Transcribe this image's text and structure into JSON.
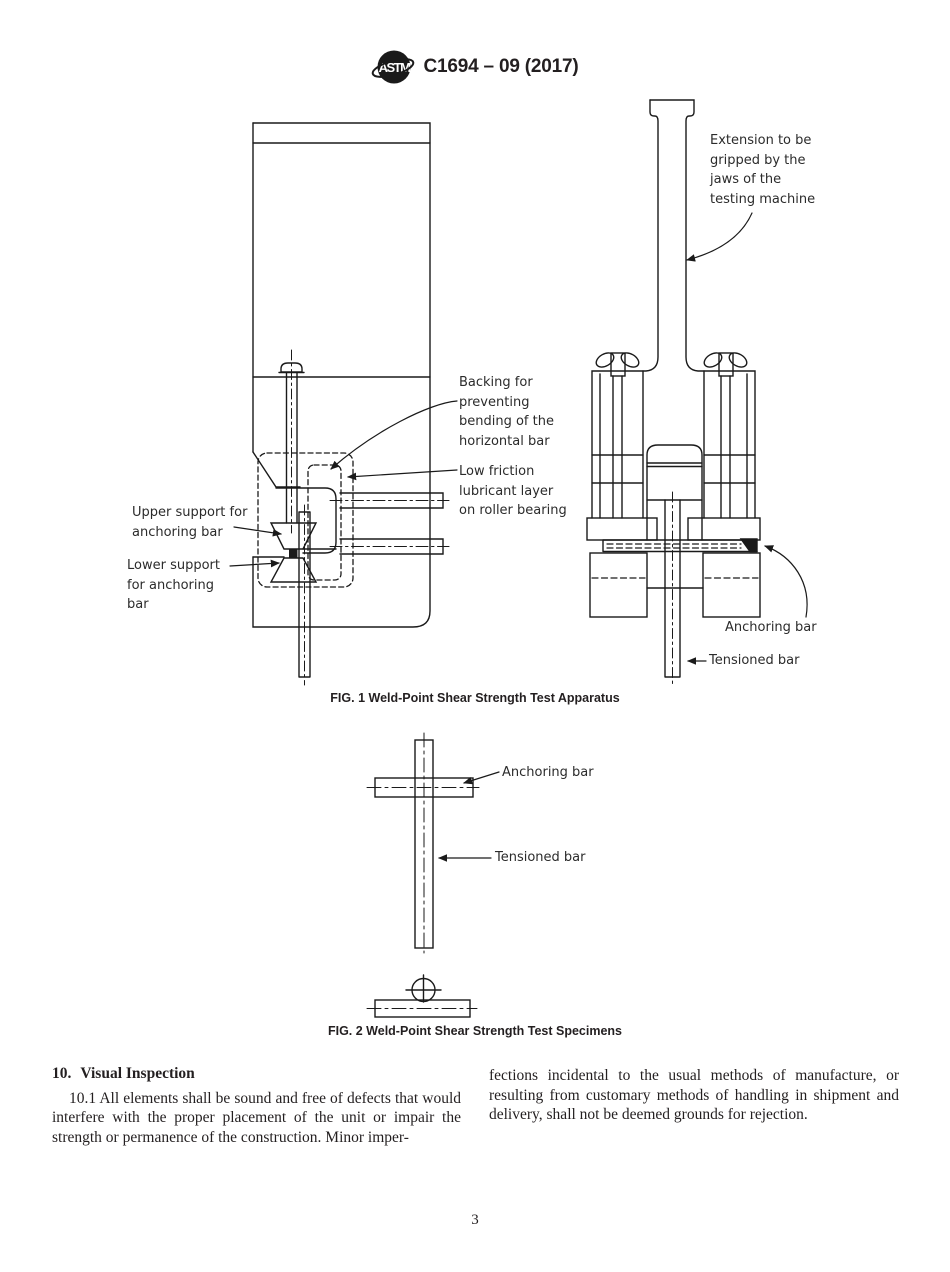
{
  "colors": {
    "ink": "#1a1a1a",
    "paper": "#ffffff"
  },
  "header": {
    "logo_text": "ASTM",
    "standard_code": "C1694 – 09 (2017)"
  },
  "fig1": {
    "caption": "FIG. 1 Weld-Point Shear Strength Test Apparatus",
    "labels": {
      "extension": "Extension to be\ngripped by the\njaws of the\ntesting machine",
      "backing": "Backing for\npreventing\nbending of the\nhorizontal bar",
      "low_friction": "Low friction\nlubricant layer\non roller bearing",
      "upper_support": "Upper support for\nanchoring bar",
      "lower_support": "Lower support\nfor anchoring\nbar",
      "anchoring_bar": "Anchoring bar",
      "tensioned_bar": "Tensioned bar"
    }
  },
  "fig2": {
    "caption": "FIG. 2 Weld-Point Shear Strength Test Specimens",
    "labels": {
      "anchoring_bar": "Anchoring bar",
      "tensioned_bar": "Tensioned bar"
    }
  },
  "section10": {
    "number": "10.",
    "title": "Visual Inspection",
    "left_column": "10.1 All elements shall be sound and free of defects that would interfere with the proper placement of the unit or impair the strength or permanence of the construction. Minor imper-",
    "right_column": "fections incidental to the usual methods of manufacture, or resulting from customary methods of handling in shipment and delivery, shall not be deemed grounds for rejection."
  },
  "footer": {
    "page_number": "3"
  }
}
